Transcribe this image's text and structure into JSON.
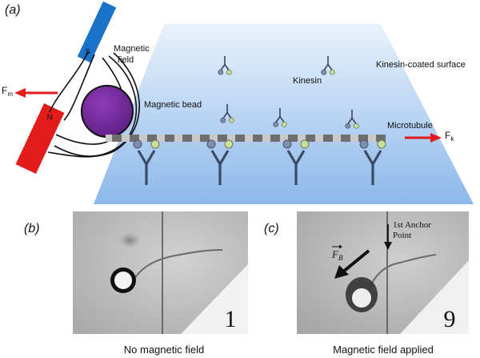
{
  "panel_a": {
    "label": "(a)",
    "magnet_top_pole": "S",
    "magnet_bottom_pole": "N",
    "magnetic_field_label_1": "Magnetic",
    "magnetic_field_label_2": "field",
    "magnetic_bead_label": "Magnetic bead",
    "kinesin_label": "Kinesin",
    "surface_label": "Kinesin-coated surface",
    "microtubule_label": "Microtubule",
    "force_left": {
      "symbol": "F",
      "subscript": "m"
    },
    "force_right": {
      "symbol": "F",
      "subscript": "k"
    }
  },
  "panel_b": {
    "label": "(b)",
    "frame_number": "1",
    "caption": "No magnetic field"
  },
  "panel_c": {
    "label": "(c)",
    "frame_number": "9",
    "anchor_label_1": "1st Anchor",
    "anchor_label_2": "Point",
    "force_symbol": "F",
    "force_subscript": "B",
    "caption": "Magnetic field applied"
  },
  "colors": {
    "surface_top": "#e8f2fc",
    "surface_bottom": "#8db8ea",
    "bead": "#7a2da0",
    "magnet_south": "#1a73c9",
    "magnet_north": "#e21b1b",
    "arrow_red": "#e21b1b",
    "kinesin_stalk": "#3c4a63",
    "kinesin_head_blue": "#7f8fae",
    "kinesin_head_green": "#c9de9b",
    "microtubule_light": "#c9c9c9",
    "microtubule_dark": "#6e6e6e"
  }
}
